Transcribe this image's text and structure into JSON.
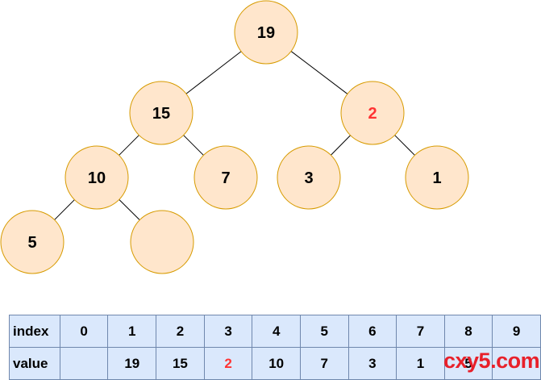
{
  "tree": {
    "nodes": [
      {
        "id": "n1",
        "label": "19"
      },
      {
        "id": "n2",
        "label": "15"
      },
      {
        "id": "n3",
        "label": "2",
        "highlight": true
      },
      {
        "id": "n4",
        "label": "10"
      },
      {
        "id": "n5",
        "label": "7"
      },
      {
        "id": "n6",
        "label": "3"
      },
      {
        "id": "n7",
        "label": "1"
      },
      {
        "id": "n8",
        "label": "5"
      },
      {
        "id": "n9",
        "label": ""
      }
    ],
    "edges": [
      [
        "n1",
        "n2"
      ],
      [
        "n1",
        "n3"
      ],
      [
        "n2",
        "n4"
      ],
      [
        "n2",
        "n5"
      ],
      [
        "n3",
        "n6"
      ],
      [
        "n3",
        "n7"
      ],
      [
        "n4",
        "n8"
      ],
      [
        "n4",
        "n9"
      ]
    ],
    "node_fill": "#ffe6cc",
    "node_stroke": "#d79b00",
    "highlight_color": "#ff3333"
  },
  "table": {
    "index_label": "index",
    "value_label": "value",
    "index": [
      "0",
      "1",
      "2",
      "3",
      "4",
      "5",
      "6",
      "7",
      "8",
      "9"
    ],
    "value": [
      "",
      "19",
      "15",
      "2",
      "10",
      "7",
      "3",
      "1",
      "5",
      ""
    ],
    "highlight_col": 3
  },
  "watermark": "cxy5.com"
}
